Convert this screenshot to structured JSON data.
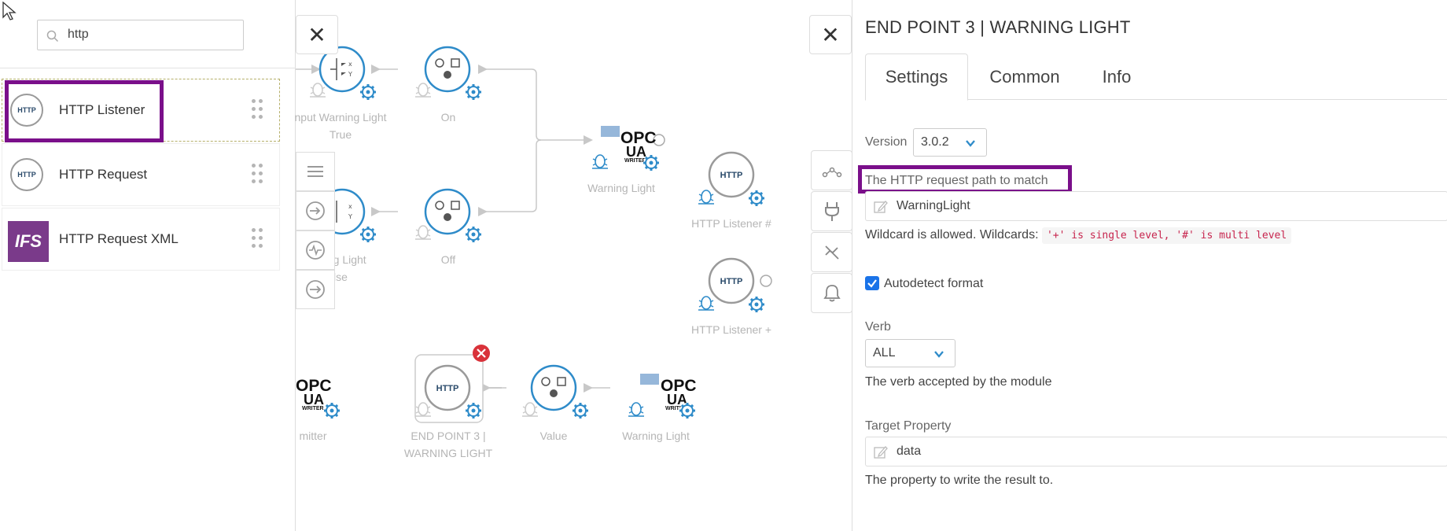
{
  "search": {
    "value": "http"
  },
  "modules": [
    {
      "icon_text": "HTTP",
      "label": "HTTP Listener"
    },
    {
      "icon_text": "HTTP",
      "label": "HTTP Request"
    },
    {
      "icon_text": "IFS",
      "label": "HTTP Request XML"
    }
  ],
  "canvas": {
    "close_glyph": "✕",
    "nodes": {
      "input_true": [
        "nput Warning Light",
        "True"
      ],
      "on": "On",
      "input_false": [
        "rning Light",
        "lse"
      ],
      "off": "Off",
      "warning_light_top": "Warning Light",
      "listener_hash": "HTTP Listener #",
      "listener_plus": "HTTP Listener +",
      "emitter": "mitter",
      "endpoint3": [
        "END POINT 3 |",
        "WARNING LIGHT"
      ],
      "value": "Value",
      "warning_light_bottom": "Warning Light"
    },
    "http_text": "HTTP",
    "opc_text": "OPC",
    "ua_text": "UA",
    "writer_text": "WRITER"
  },
  "panel": {
    "title": "END POINT 3 | WARNING LIGHT",
    "close_glyph": "✕",
    "tabs": [
      "Settings",
      "Common",
      "Info"
    ],
    "version_label": "Version",
    "version_value": "3.0.2",
    "path_label": "The HTTP request path to match",
    "path_value": "WarningLight",
    "wildcard_text": "Wildcard is allowed. Wildcards:",
    "wildcard_code": "'+' is single level, '#' is multi level",
    "autodetect_label": "Autodetect format",
    "verb_label": "Verb",
    "verb_value": "ALL",
    "verb_help": "The verb accepted by the module",
    "target_label": "Target Property",
    "target_value": "data",
    "target_help": "The property to write the result to."
  },
  "colors": {
    "accent": "#2e8bc9",
    "highlight": "#7a0f8a",
    "delete": "#d9323a"
  }
}
